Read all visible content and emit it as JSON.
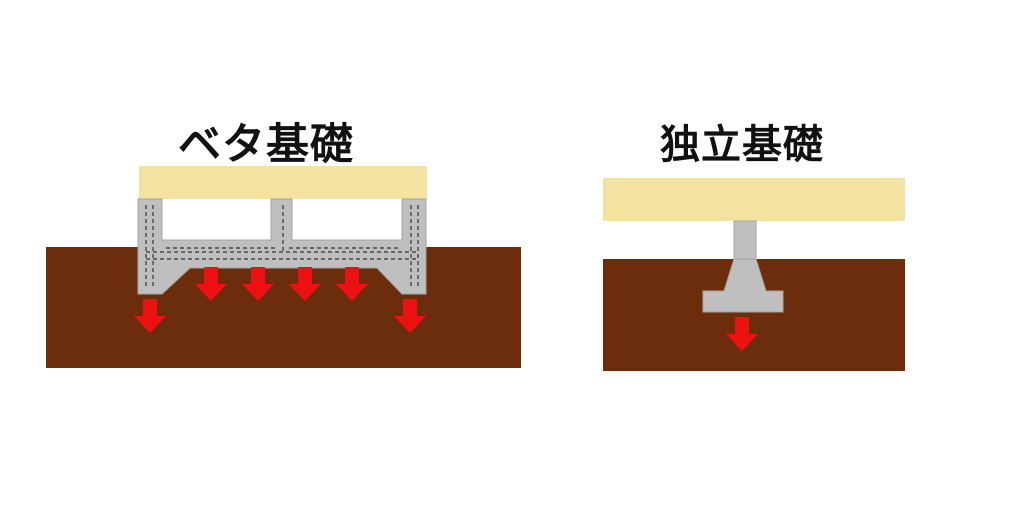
{
  "diagrams": [
    {
      "id": "mat",
      "title": "ベタ基礎"
    },
    {
      "id": "independent",
      "title": "独立基礎"
    }
  ],
  "colors": {
    "floor_slab": "#f4e3a0",
    "ground": "#6b2d0c",
    "concrete": "#bfbfbf",
    "concrete_edge": "#a6a6a6",
    "rebar": "#4a4a4a",
    "load_arrow": "#ee1111"
  },
  "icons": {
    "load_arrow": "down-arrow-icon"
  }
}
